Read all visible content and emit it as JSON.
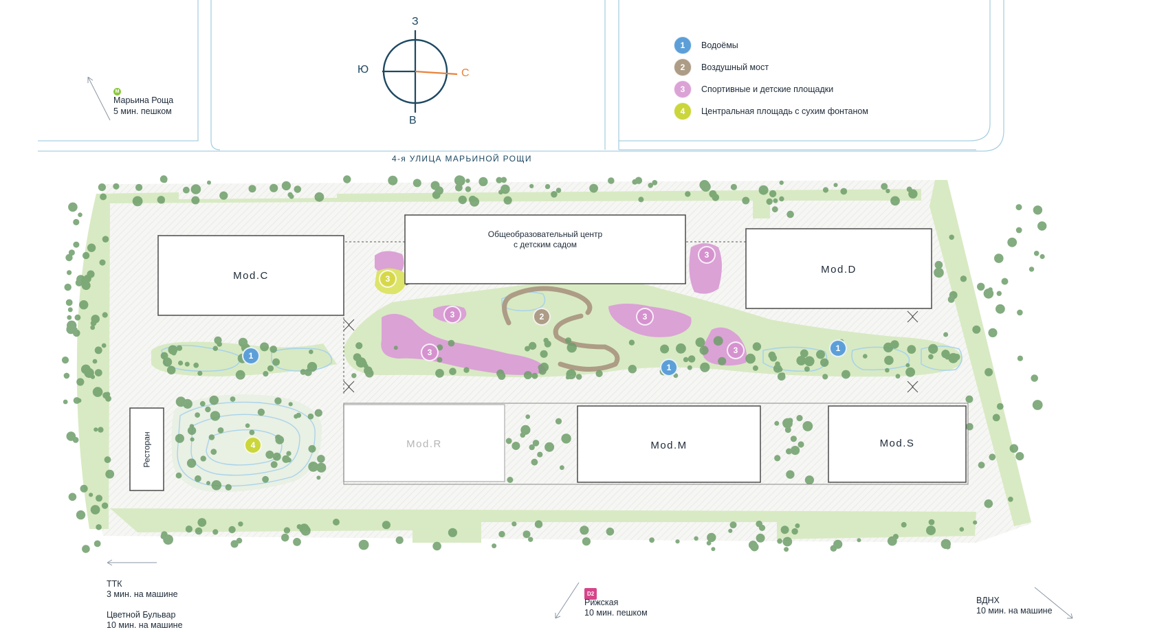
{
  "compass": {
    "n": "З",
    "w": "Ю",
    "e": "С",
    "s": "В"
  },
  "street": "4-я УЛИЦА МАРЬИНОЙ РОЩИ",
  "legend": [
    {
      "num": "1",
      "label": "Водоёмы",
      "color": "#5c9fd8"
    },
    {
      "num": "2",
      "label": "Воздушный мост",
      "color": "#ad9c86"
    },
    {
      "num": "3",
      "label": "Спортивные и детские площадки",
      "color": "#dba2d6"
    },
    {
      "num": "4",
      "label": "Центральная площадь с сухим фонтаном",
      "color": "#cad63a"
    }
  ],
  "buildings": {
    "mod_c": "Mod.C",
    "mod_d": "Mod.D",
    "mod_r": "Mod.R",
    "mod_m": "Mod.M",
    "mod_s": "Mod.S",
    "school_line1": "Общеобразовательный центр",
    "school_line2": "с детским садом",
    "restaurant": "Ресторан"
  },
  "directions": {
    "maryina": {
      "metro": "М",
      "name": "Марьина Роща",
      "time": "5 мин. пешком"
    },
    "ttk": {
      "name": "ТТК",
      "time": "3 мин. на машине"
    },
    "tsvetnoy": {
      "name": "Цветной Бульвар",
      "time": "10 мин. на машине"
    },
    "rizhskaya": {
      "line": "D2",
      "name": "Рижская",
      "time": "10 мин. пешком"
    },
    "vdnh": {
      "name": "ВДНХ",
      "time": "10 мин. на машине"
    }
  },
  "colors": {
    "water": "#5c9fd8",
    "bridge": "#ad9c86",
    "sport": "#dba2d6",
    "plaza": "#cad63a",
    "green": "#d8eac3",
    "tree": "#6e9e6a",
    "road": "#a9cfe0",
    "compass": "#1d4862",
    "east": "#e8823a"
  },
  "pins": {
    "water": "1",
    "bridge": "2",
    "sport": "3",
    "plaza": "4"
  }
}
